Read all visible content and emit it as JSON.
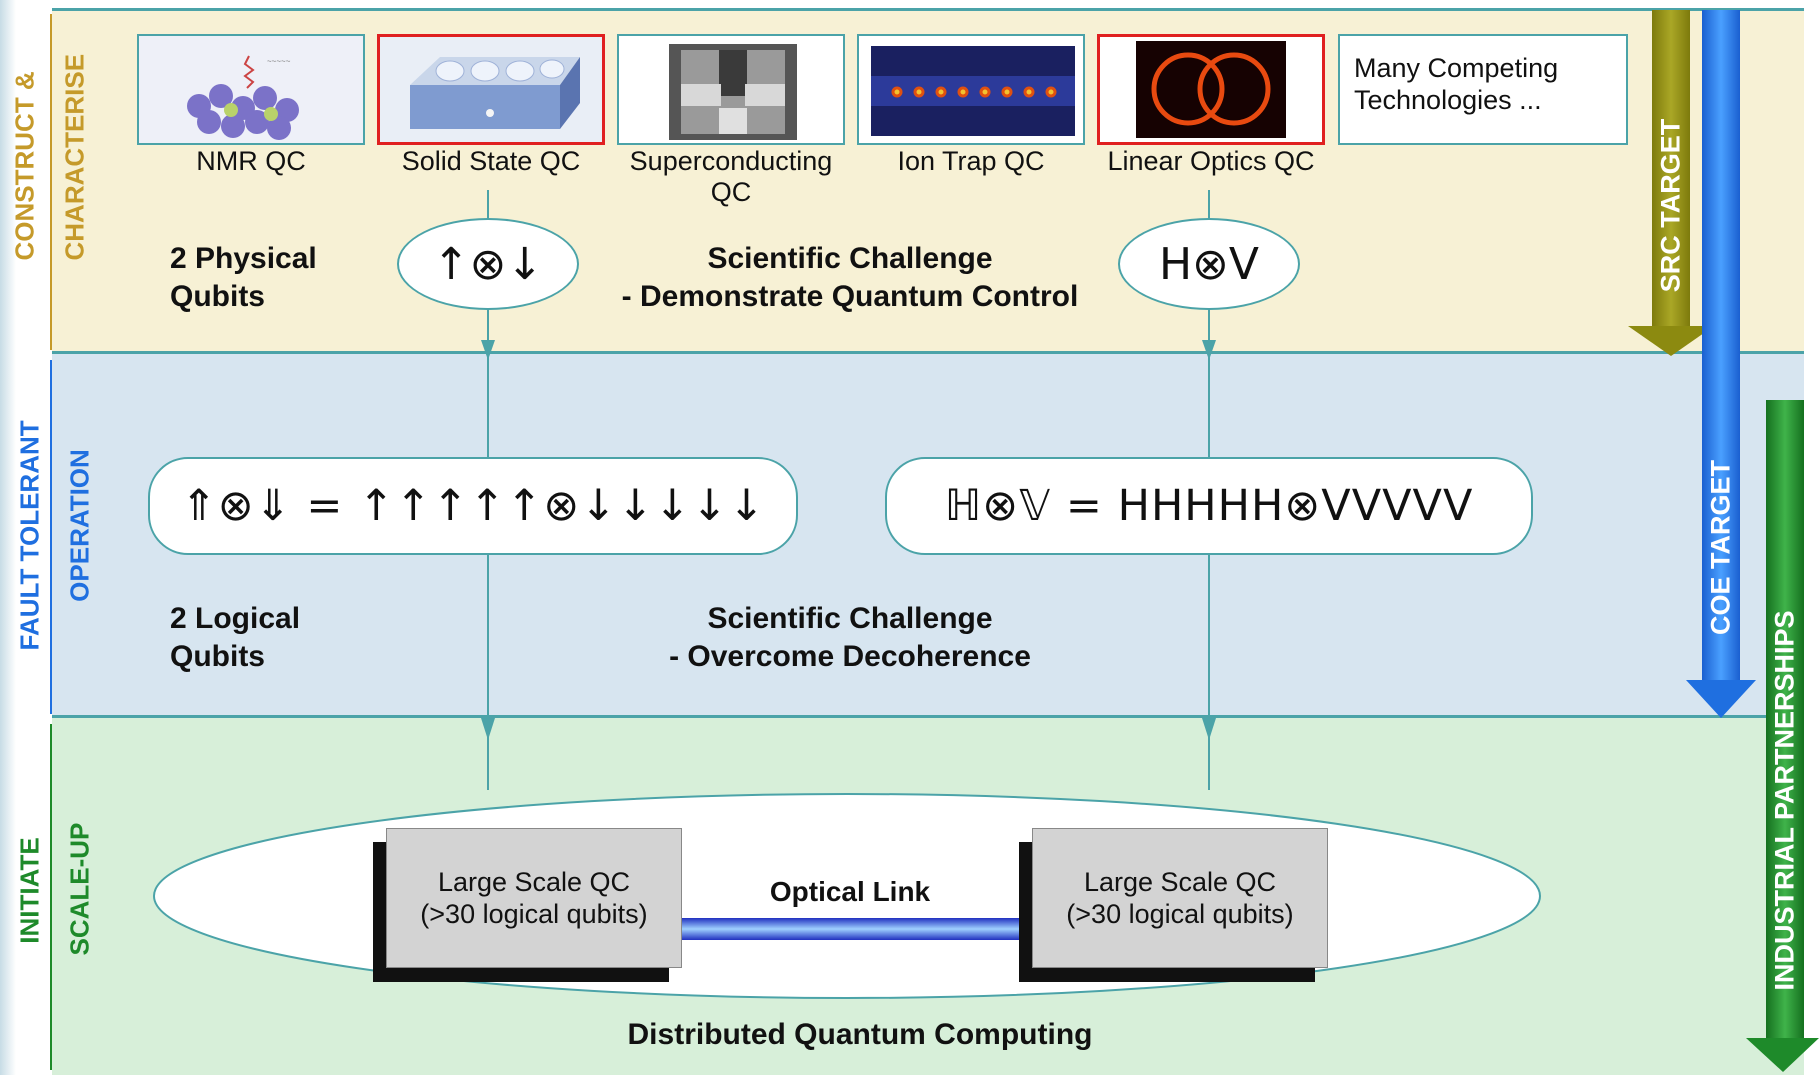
{
  "side_labels": {
    "stage1": "CONSTRUCT &",
    "stage1_sub": "CHARACTERISE",
    "stage2": "FAULT TOLERANT",
    "stage2_sub": "OPERATION",
    "stage3": "INITIATE",
    "stage3_sub": "SCALE-UP"
  },
  "technologies": [
    {
      "label": "NMR QC",
      "highlighted": false
    },
    {
      "label": "Solid State QC",
      "highlighted": true
    },
    {
      "label": "Superconducting QC",
      "highlighted": false
    },
    {
      "label": "Ion Trap QC",
      "highlighted": false
    },
    {
      "label": "Linear Optics QC",
      "highlighted": true
    }
  ],
  "many_competing": "Many Competing Technologies ...",
  "band1": {
    "qubits_label": "2 Physical Qubits",
    "challenge_title": "Scientific Challenge",
    "challenge_text": "- Demonstrate Quantum Control",
    "ellipse_left": "↑⊗↓",
    "ellipse_right": "H⊗V"
  },
  "band2": {
    "qubits_label": "2 Logical Qubits",
    "challenge_title": "Scientific Challenge",
    "challenge_text": "- Overcome Decoherence",
    "formula_left": "⇑⊗⇓ = ↑↑↑↑↑⊗↓↓↓↓↓",
    "formula_right": "ℍ⊗𝕍 = HHHHH⊗VVVVV"
  },
  "band3": {
    "qc_left": "Large Scale QC",
    "qc_left_sub": "(>30 logical qubits)",
    "qc_right": "Large Scale QC",
    "qc_right_sub": "(>30 logical qubits)",
    "link_label": "Optical Link",
    "caption": "Distributed Quantum Computing"
  },
  "targets": {
    "src": "SRC TARGET",
    "coe": "COE TARGET",
    "industrial": "INDUSTRIAL PARTNERSHIPS"
  },
  "colors": {
    "teal": "#4ba3a8",
    "gold": "#c59a2a",
    "blue": "#1f6fe0",
    "green": "#1e8a2a",
    "olive": "#8c8a10",
    "red": "#e02020"
  }
}
